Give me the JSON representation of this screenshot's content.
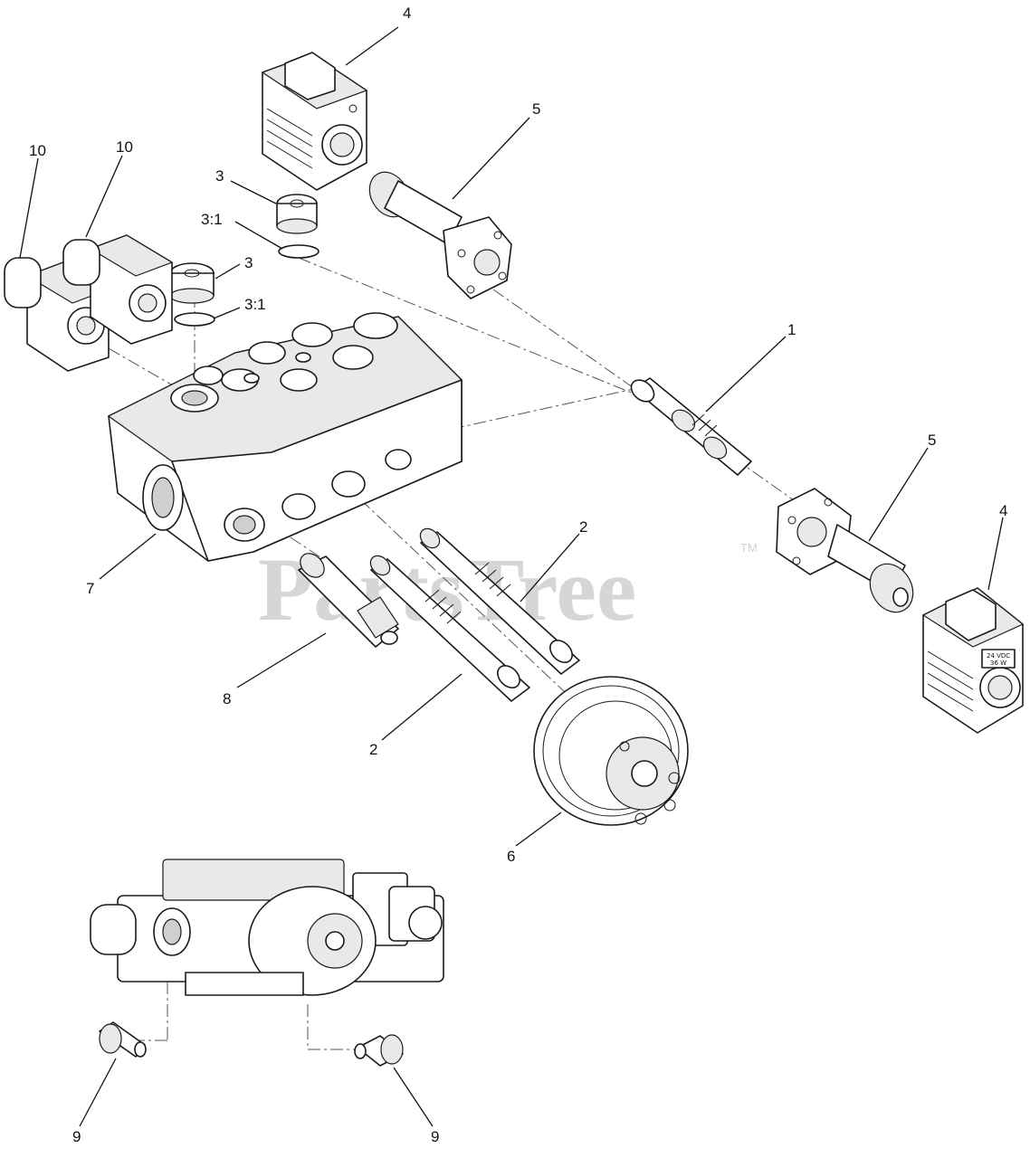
{
  "watermark": {
    "text": "PartsTree",
    "trademark": "TM"
  },
  "callouts": [
    {
      "id": "c-4-top",
      "text": "4"
    },
    {
      "id": "c-5-top",
      "text": "5"
    },
    {
      "id": "c-10-left",
      "text": "10"
    },
    {
      "id": "c-10-right",
      "text": "10"
    },
    {
      "id": "c-3-upper",
      "text": "3"
    },
    {
      "id": "c-3-1-upper",
      "text": "3:1"
    },
    {
      "id": "c-3-lower",
      "text": "3"
    },
    {
      "id": "c-3-1-lower",
      "text": "3:1"
    },
    {
      "id": "c-1",
      "text": "1"
    },
    {
      "id": "c-5-right",
      "text": "5"
    },
    {
      "id": "c-4-right",
      "text": "4"
    },
    {
      "id": "c-7",
      "text": "7"
    },
    {
      "id": "c-2-upper",
      "text": "2"
    },
    {
      "id": "c-8",
      "text": "8"
    },
    {
      "id": "c-2-lower",
      "text": "2"
    },
    {
      "id": "c-6",
      "text": "6"
    },
    {
      "id": "c-9-left",
      "text": "9"
    },
    {
      "id": "c-9-right",
      "text": "9"
    }
  ],
  "coil_label": {
    "line1": "24 VDC",
    "line2": "36 W"
  }
}
